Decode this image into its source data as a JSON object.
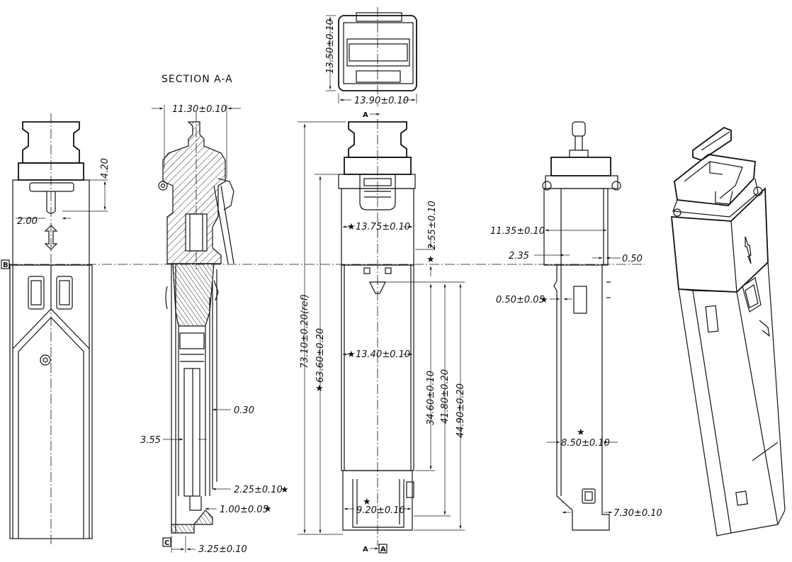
{
  "title": "SECTION A-A",
  "top_view": {
    "height": "13.50±0.10",
    "width": "13.90±0.10"
  },
  "left_view": {
    "dim_height": "4.20",
    "dim_offset": "2.00",
    "datum": "B"
  },
  "section_view": {
    "width": "11.30±0.10",
    "wall": "0.30",
    "gap": "3.55",
    "dim_a": "2.25±0.10",
    "dim_b": "1.00±0.05",
    "dim_c": "3.25±0.10",
    "datum": "C"
  },
  "front_view": {
    "total_length": "73.10±0.20(ref)",
    "body_length": "63.60±0.20",
    "top_width": "13.75±0.10",
    "mid_width": "13.40±0.10",
    "bottom_width": "9.20±0.10",
    "offset": "2.55±0.10",
    "len_1": "34.60±0.10",
    "len_2": "41.80±0.20",
    "len_3": "44.90±0.20",
    "section_marker": "A",
    "datum": "A"
  },
  "side_view": {
    "width": "11.35±0.10",
    "left_offset": "2.35",
    "right_offset": "0.50",
    "flange": "0.50±0.05",
    "depth": "8.50±0.10",
    "bottom": "7.30±0.10"
  },
  "star_symbol": "★"
}
